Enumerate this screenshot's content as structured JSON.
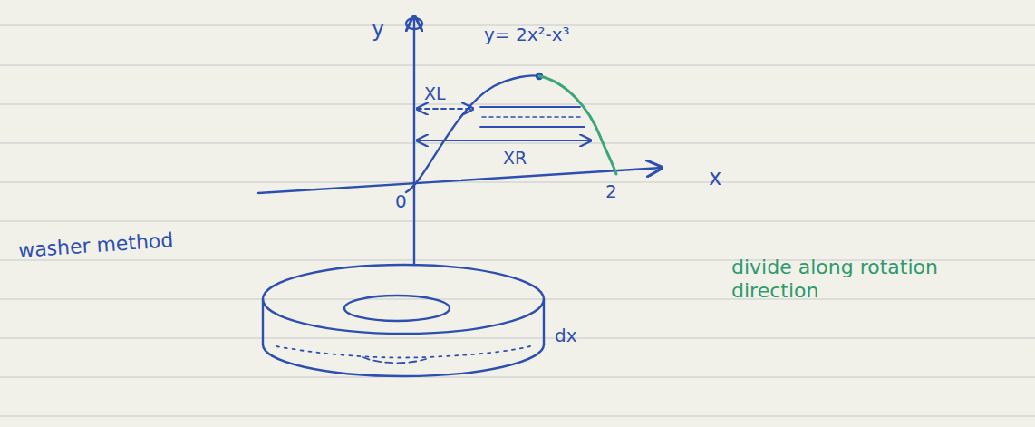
{
  "diagram": {
    "labels": [
      "y",
      "y= 2x²-x³",
      "XL",
      "XR",
      "x",
      "0",
      "2",
      "washer method",
      "dx",
      "divide along rotation direction"
    ]
  }
}
